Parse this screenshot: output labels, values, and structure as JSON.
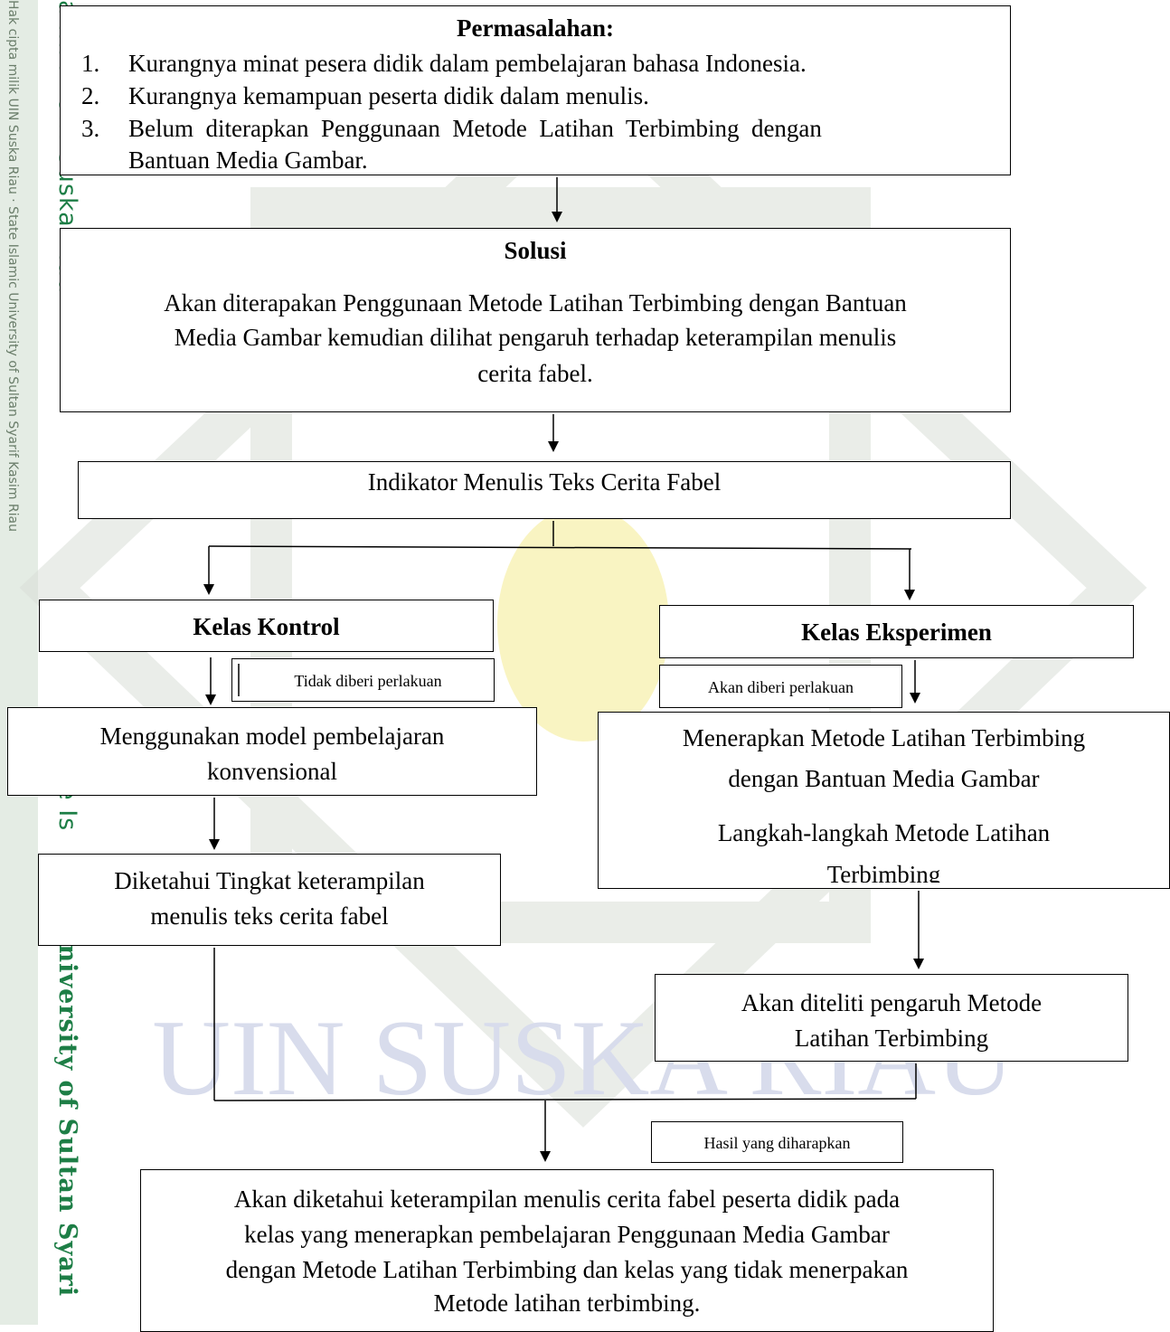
{
  "sidebar": {
    "faint_text": "Hak cipta milik UIN Suska Riau  ·  State Islamic University of Sultan Syarif Kasim Riau",
    "segment_1": "a milik UIN Suska Riau",
    "segment_2": "e Is",
    "segment_3": "University of Sultan Syari"
  },
  "watermark": {
    "text": "UIN SUSKA RIAU"
  },
  "problem": {
    "heading": "Permasalahan:",
    "items": [
      {
        "num": "1.",
        "text": "Kurangnya minat pesera didik dalam pembelajaran bahasa Indonesia."
      },
      {
        "num": "2.",
        "text": "Kurangnya kemampuan peserta didik dalam menulis."
      },
      {
        "num": "3.",
        "text": "Belum  diterapkan  Penggunaan  Metode  Latihan  Terbimbing  dengan",
        "cont": "Bantuan Media Gambar."
      }
    ]
  },
  "solution": {
    "heading": "Solusi",
    "lines": [
      "Akan diterapakan Penggunaan Metode Latihan Terbimbing dengan Bantuan",
      "Media Gambar kemudian dilihat pengaruh terhadap keterampilan menulis",
      "cerita fabel."
    ]
  },
  "indicator": {
    "text": "Indikator Menulis Teks Cerita Fabel"
  },
  "control": {
    "title": "Kelas Kontrol",
    "note": "Tidak diberi perlakuan",
    "method_lines": [
      "Menggunakan model pembelajaran",
      "konvensional"
    ],
    "result_lines": [
      "Diketahui Tingkat keterampilan",
      "menulis teks cerita fabel"
    ]
  },
  "experiment": {
    "title": "Kelas Eksperimen",
    "note": "Akan diberi perlakuan",
    "method_lines": [
      "Menerapkan Metode Latihan Terbimbing",
      "dengan Bantuan Media Gambar"
    ],
    "steps_lines": [
      "Langkah-langkah Metode Latihan",
      "Terbimbing"
    ],
    "research_lines": [
      "Akan diteliti pengaruh Metode",
      "Latihan Terbimbing"
    ]
  },
  "expected": {
    "label": "Hasil yang diharapkan",
    "lines": [
      "Akan diketahui keterampilan menulis cerita fabel peserta didik pada",
      "kelas yang menerapkan pembelajaran Penggunaan Media Gambar",
      "dengan Metode Latihan Terbimbing dan kelas yang tidak menerpakan",
      "Metode latihan terbimbing."
    ]
  }
}
